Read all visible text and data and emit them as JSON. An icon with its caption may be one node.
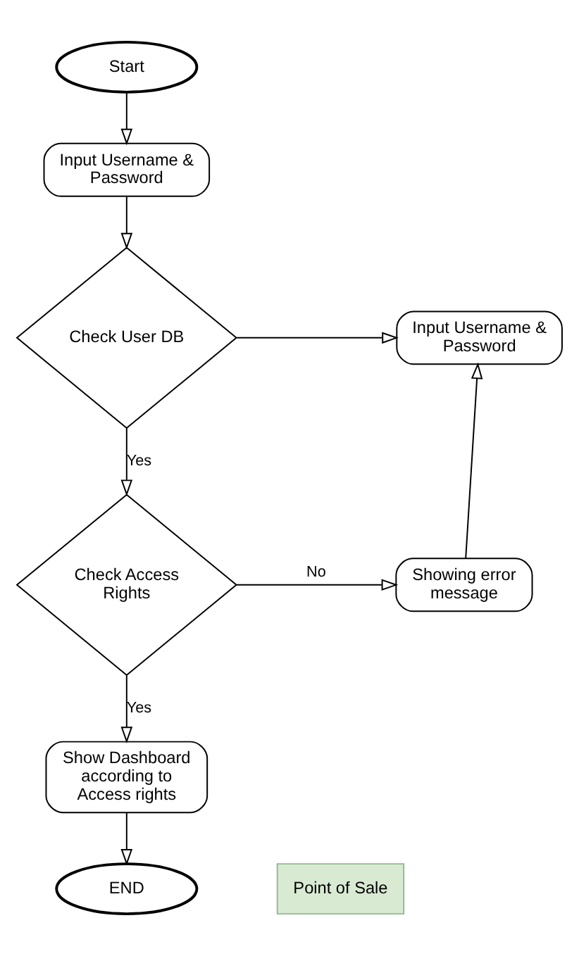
{
  "diagram": {
    "nodes": [
      {
        "text": [
          "Start"
        ]
      },
      {
        "text": [
          "Input Username & Password"
        ]
      },
      {
        "text": [
          "Check User DB"
        ]
      },
      {
        "text": [
          "Input Username & Password"
        ]
      },
      {
        "text": [
          "Check Access Rights"
        ]
      },
      {
        "text": [
          "Showing error message"
        ]
      },
      {
        "text": [
          "Show Dashboard according to Access rights"
        ]
      },
      {
        "text": [
          "END"
        ]
      },
      {
        "text": [
          "Point of Sale"
        ]
      }
    ],
    "edges": [
      {
        "from": 0,
        "to": 1,
        "arrow": "to"
      },
      {
        "from": 1,
        "to": 2,
        "arrow": "to"
      },
      {
        "from": 2,
        "to": 3,
        "arrow": "to"
      },
      {
        "from": 2,
        "to": 4,
        "label": "Yes",
        "arrow": "to"
      },
      {
        "from": 4,
        "to": 5,
        "label": "No",
        "arrow": "to"
      },
      {
        "from": 5,
        "to": 3,
        "arrow": "to"
      },
      {
        "from": 4,
        "to": 6,
        "label": "Yes",
        "arrow": "to"
      },
      {
        "from": 6,
        "to": 7,
        "arrow": "to"
      }
    ]
  }
}
